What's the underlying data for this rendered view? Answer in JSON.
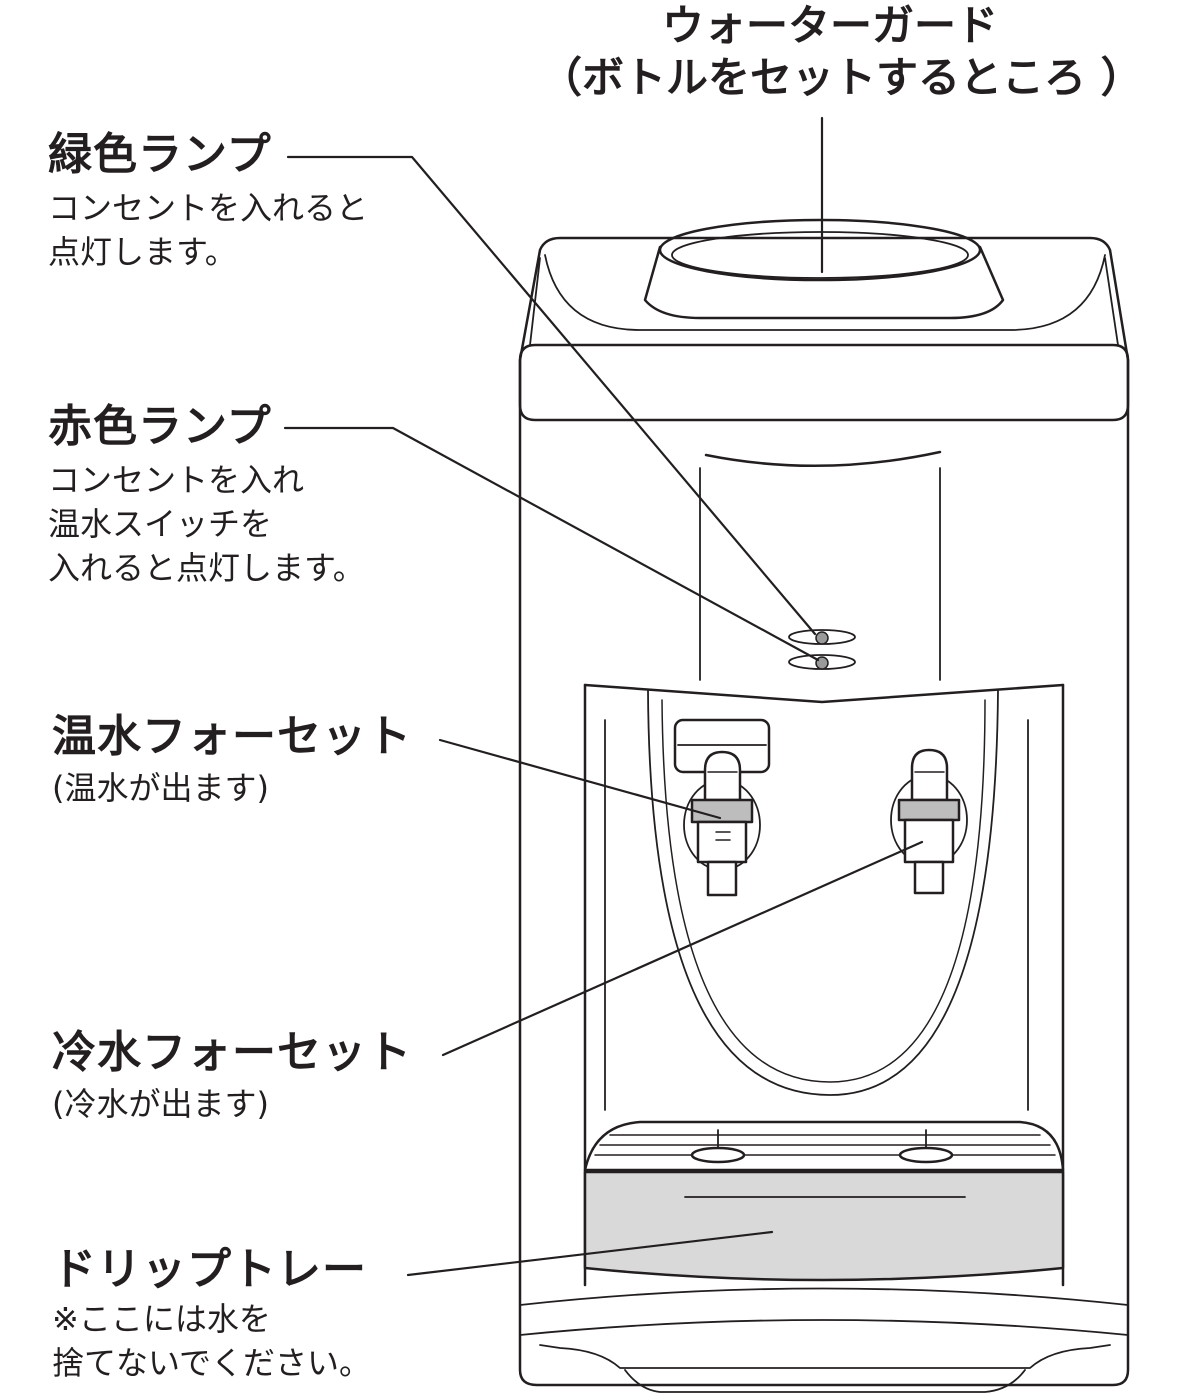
{
  "callouts": {
    "water_guard": {
      "title": "ウォーターガード",
      "subtitle": "（ボトルをセットするところ ）"
    },
    "green_lamp": {
      "title": "緑色ランプ",
      "lines": [
        "コンセントを入れると",
        "点灯します。"
      ]
    },
    "red_lamp": {
      "title": "赤色ランプ",
      "lines": [
        "コンセントを入れ",
        "温水スイッチを",
        "入れると点灯します。"
      ]
    },
    "hot_faucet": {
      "title": "温水フォーセット",
      "lines": [
        "(温水が出ます)"
      ]
    },
    "cold_faucet": {
      "title": "冷水フォーセット",
      "lines": [
        "(冷水が出ます)"
      ]
    },
    "drip_tray": {
      "title": "ドリップトレー",
      "lines": [
        "※ここには水を",
        "捨てないでください。"
      ]
    }
  },
  "colors": {
    "line": "#231f20",
    "tray_fill": "#d9d9d9",
    "lamp_fill": "#9a9a9a"
  }
}
